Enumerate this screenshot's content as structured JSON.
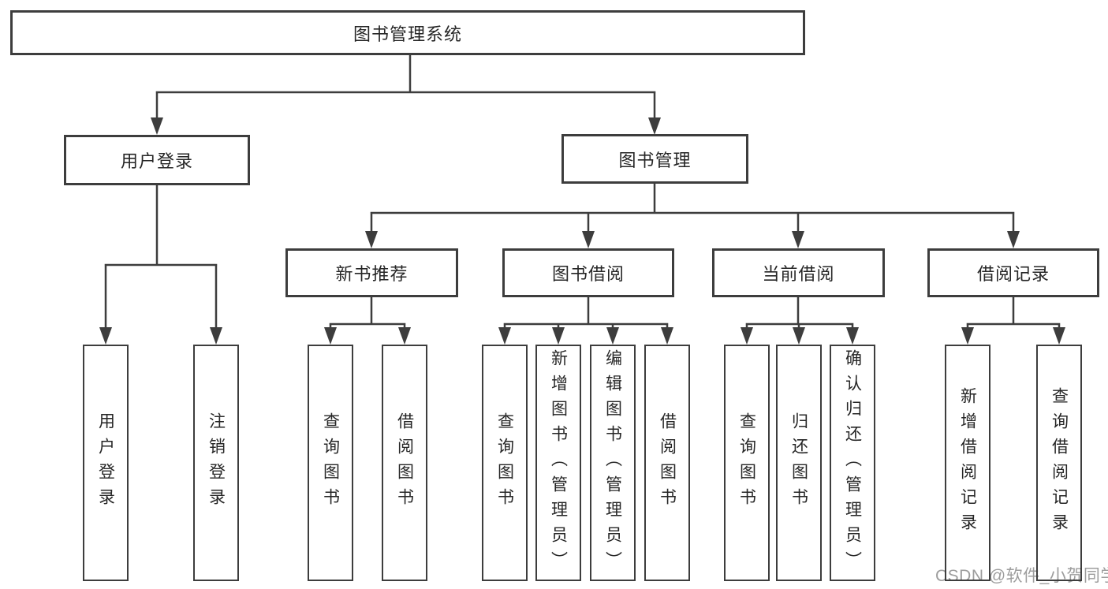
{
  "diagram": {
    "type": "hierarchy-tree",
    "title": "图书管理系统"
  },
  "nodes": {
    "root": {
      "label": "图书管理系统"
    },
    "level2": [
      {
        "id": "user-login",
        "label": "用户登录",
        "parent": "图书管理系统"
      },
      {
        "id": "book-management",
        "label": "图书管理",
        "parent": "图书管理系统"
      }
    ],
    "level3": [
      {
        "id": "new-book-recommend",
        "label": "新书推荐",
        "parent": "图书管理"
      },
      {
        "id": "book-borrowing",
        "label": "图书借阅",
        "parent": "图书管理"
      },
      {
        "id": "current-borrowing",
        "label": "当前借阅",
        "parent": "图书管理"
      },
      {
        "id": "borrowing-records",
        "label": "借阅记录",
        "parent": "图书管理"
      }
    ],
    "leaves": [
      {
        "id": "leaf-user-login",
        "label": "用户登录",
        "parent": "用户登录"
      },
      {
        "id": "leaf-logout",
        "label": "注销登录",
        "parent": "用户登录"
      },
      {
        "id": "leaf-query-books-1",
        "label": "查询图书",
        "parent": "新书推荐"
      },
      {
        "id": "leaf-borrow-books-1",
        "label": "借阅图书",
        "parent": "新书推荐"
      },
      {
        "id": "leaf-query-books-2",
        "label": "查询图书",
        "parent": "图书借阅"
      },
      {
        "id": "leaf-add-books-admin",
        "label": "新增图书（管理员）",
        "parent": "图书借阅"
      },
      {
        "id": "leaf-edit-books-admin",
        "label": "编辑图书（管理员）",
        "parent": "图书借阅"
      },
      {
        "id": "leaf-borrow-books-2",
        "label": "借阅图书",
        "parent": "图书借阅"
      },
      {
        "id": "leaf-query-books-3",
        "label": "查询图书",
        "parent": "当前借阅"
      },
      {
        "id": "leaf-return-books",
        "label": "归还图书",
        "parent": "当前借阅"
      },
      {
        "id": "leaf-confirm-return-admin",
        "label": "确认归还（管理员）",
        "parent": "当前借阅"
      },
      {
        "id": "leaf-add-borrow-record",
        "label": "新增借阅记录",
        "parent": "借阅记录"
      },
      {
        "id": "leaf-query-borrow-record",
        "label": "查询借阅记录",
        "parent": "借阅记录"
      }
    ]
  },
  "watermark": {
    "text": "CSDN @软件_小贺同学",
    "color": "#9d9d9d"
  },
  "colors": {
    "line": "#3d3d3d",
    "box_border": "#3d3d3d",
    "text": "#262626",
    "background": "#ffffff"
  }
}
